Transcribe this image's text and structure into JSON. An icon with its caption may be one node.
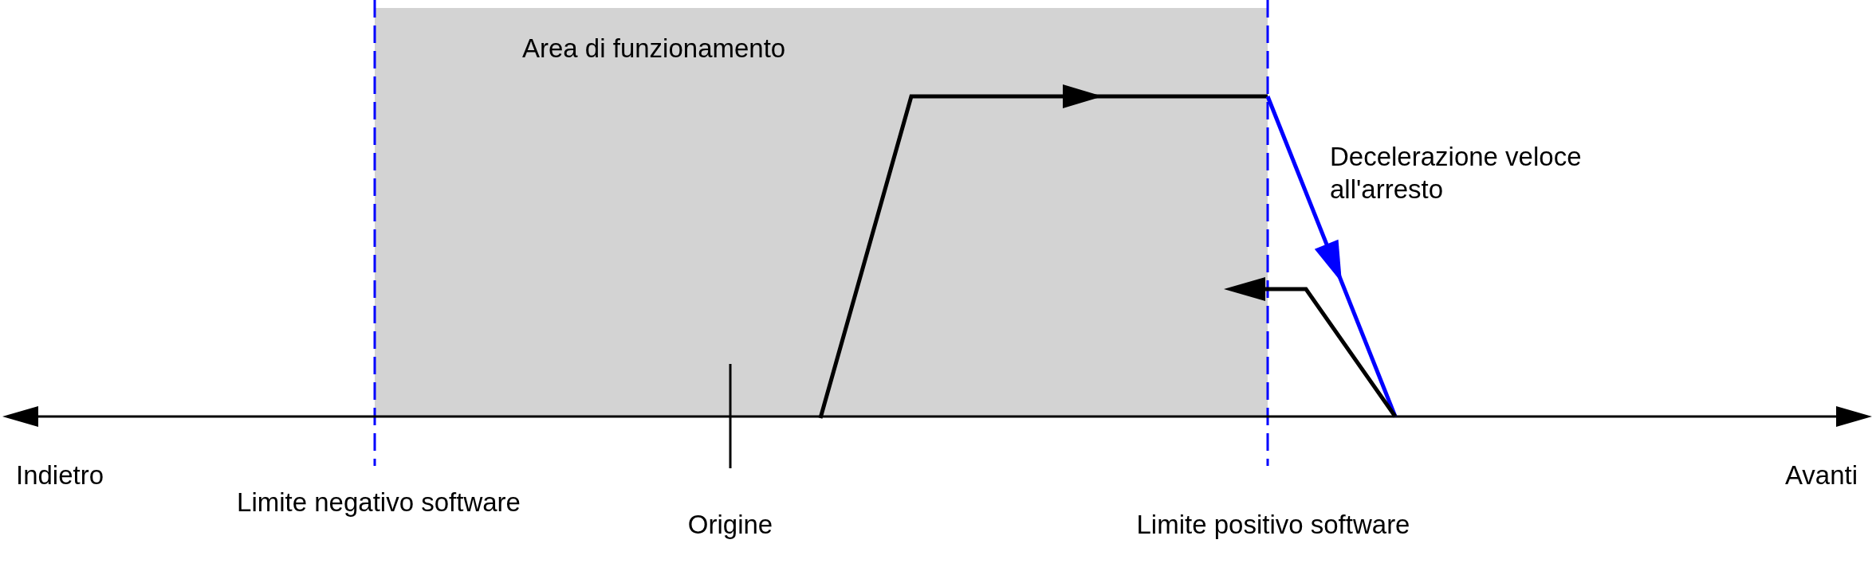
{
  "diagram": {
    "nodes": [
      {
        "text": [
          "Area di funzionamento"
        ]
      }
    ],
    "labels": [
      "Decelerazione veloce all'arresto",
      "Indietro",
      "Limite negativo software",
      "Origine",
      "Limite positivo software",
      "Avanti"
    ]
  }
}
